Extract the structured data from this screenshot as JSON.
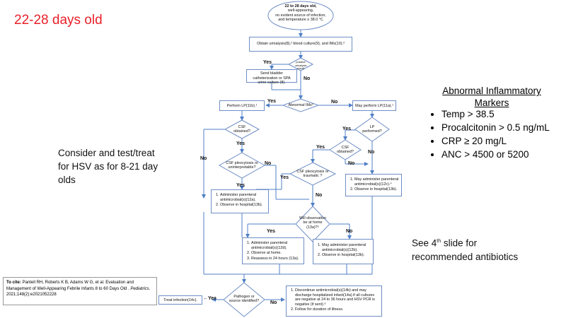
{
  "title": "22-28 days old",
  "start": {
    "lines": [
      "22 to 28 days old,",
      "well-appearing,",
      "no evident source of infection,",
      "and temperature ≥ 38.0 °C"
    ]
  },
  "obtain_box": "Obtain urinalysis(8),² blood culture(9), and IMs(10).³",
  "positive_ua": "positive urinalysis result",
  "send_bladder": "Send bladder catheterization or SPA urine culture (8).",
  "abnormal_ims": "Abnormal IMs³",
  "perform_lp": "Perform LP(11b).¹",
  "may_perform_lp": "May perform LP(11a).¹",
  "csf_obtained_left": "CSF obtained?",
  "lp_performed": "LP performed?",
  "csf_obtained_right": "CSF obtained?",
  "csf_pleocytosis_left": "CSF pleocytosis or uninterpretable?",
  "csf_pleocytosis_mid": "CSF pleocytosis or traumatic ?",
  "admin_box_left": {
    "items": [
      "Administer parenteral antimicrobial(s)(12a).",
      "Observe in hospital(13b)."
    ]
  },
  "may_admin_right": {
    "items": [
      "May administer parenteral antimicrobial(s)(12c).⁴",
      "Observe in hospital(13b)."
    ]
  },
  "will_obs": "Will observation be at home (13a)?⁵",
  "admin_home": {
    "items": [
      "Administer parenteral antimicrobial(s)(12d).",
      "Observe at home.",
      "Reassess in 24 hours (13a)."
    ]
  },
  "may_admin_hosp": {
    "items": [
      "May administer parenteral antimicrobial(s)(12b).",
      "Observe in hospital(13b)."
    ]
  },
  "pathogen": "Pathogen or source identified?",
  "treat_infection": "Treat infection(14c).",
  "discontinue": {
    "items": [
      "Discontinue antimicrobial(s)(14b) and may discharge hospitalized infant(14a) if all cultures are negative at 24 to 36 hours and HSV PCR is negative (if sent).⁶",
      "Follow for duration of illness."
    ]
  },
  "labels": {
    "yes": "Yes",
    "no": "No",
    "yes_arrow": "←Yes"
  },
  "consider_text": "Consider and test/treat for HSV as for 8-21 day olds",
  "markers": {
    "title": "Abnormal Inflammatory Markers",
    "items": [
      "Temp > 38.5",
      "Procalcitonin > 0.5 ng/mL",
      "CRP ≥ 20 mg/L",
      "ANC > 4500 or 5200"
    ]
  },
  "see_slide": {
    "pre": "See 4",
    "sup": "th",
    "post": " slide for recommended antibiotics"
  },
  "citation": {
    "label": "To cite:",
    "authors": "Pantell RH, Roberts K B, Adams W G, et al. Evaluation and Management of Well-Appearing Febrile Infants 8 to 60 Days Old .",
    "journal": "Pediatrics.",
    "tail": "2021;148(2):e2021052228"
  },
  "colors": {
    "title": "#e8202a",
    "line": "#6f8ec6",
    "arrow": "#4f7fc7"
  }
}
